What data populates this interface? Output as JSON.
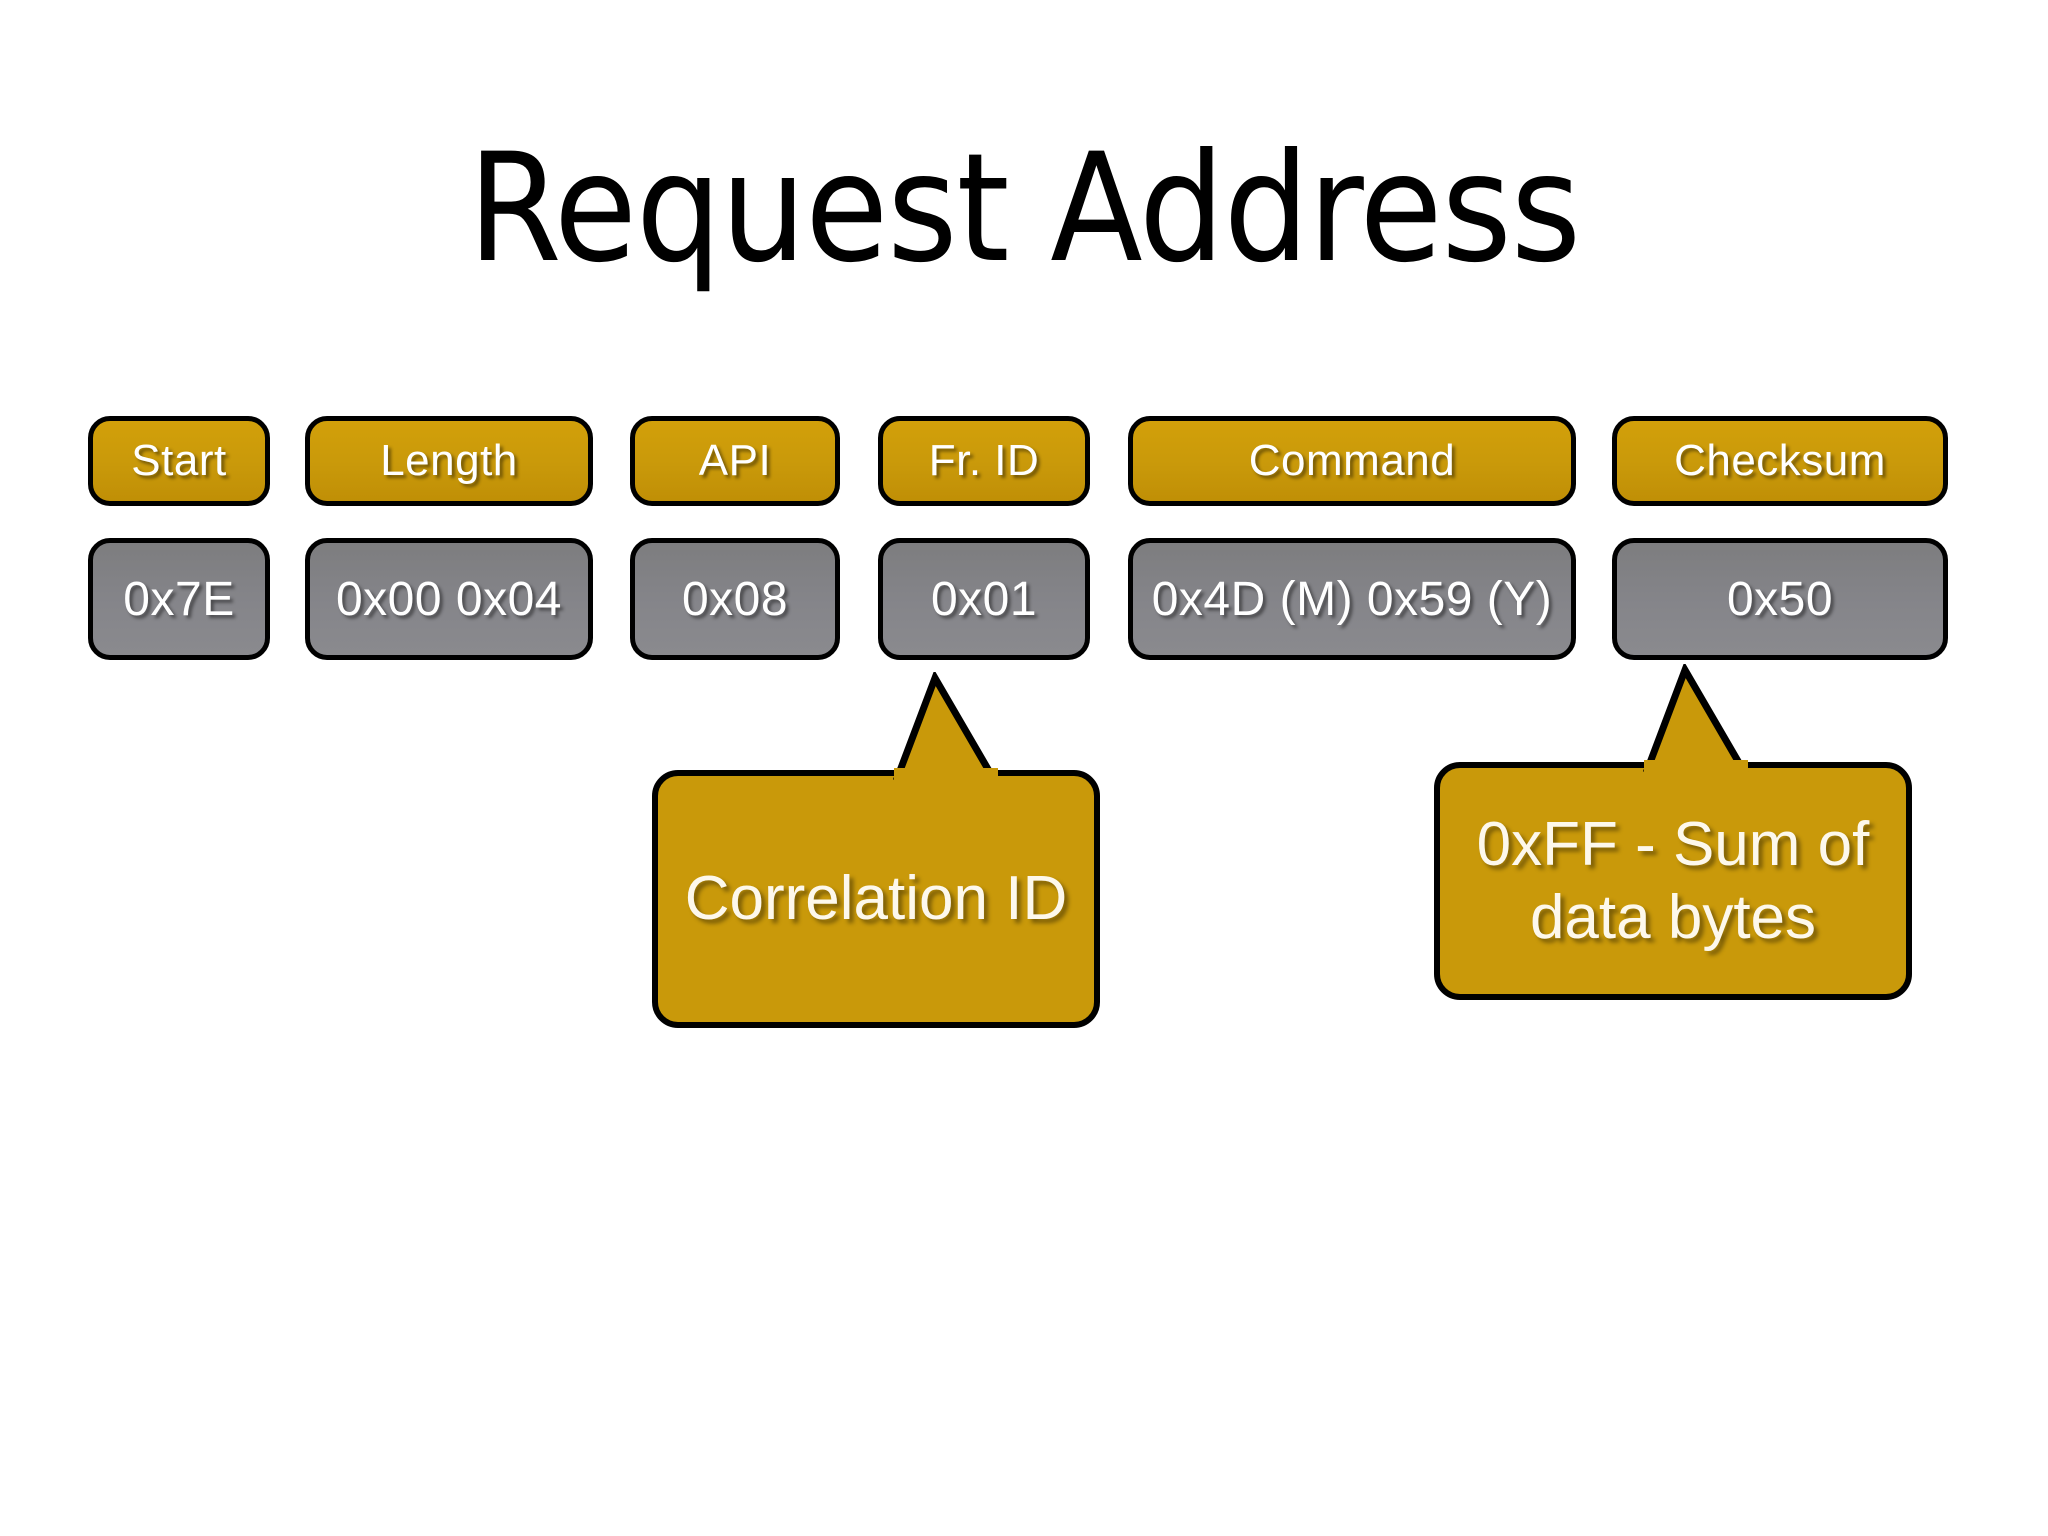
{
  "title": "Request Address",
  "colors": {
    "accent_orange": "#C9990A",
    "value_gray": "#85858A",
    "outline": "#000000",
    "text_on_fill": "#FFFFFF",
    "background": "#FFFFFF"
  },
  "packet": {
    "fields": [
      {
        "label": "Start",
        "value": "0x7E"
      },
      {
        "label": "Length",
        "value": "0x00 0x04"
      },
      {
        "label": "API",
        "value": "0x08"
      },
      {
        "label": "Fr. ID",
        "value": "0x01"
      },
      {
        "label": "Command",
        "value": "0x4D (M) 0x59 (Y)"
      },
      {
        "label": "Checksum",
        "value": "0x50"
      }
    ]
  },
  "callouts": [
    {
      "text": "Correlation ID",
      "lines": [
        "Correlation",
        "ID"
      ],
      "points_to": "Fr. ID"
    },
    {
      "text": "0xFF - Sum of data bytes",
      "lines": [
        "0xFF - Sum",
        "of data bytes"
      ],
      "points_to": "Checksum"
    }
  ]
}
